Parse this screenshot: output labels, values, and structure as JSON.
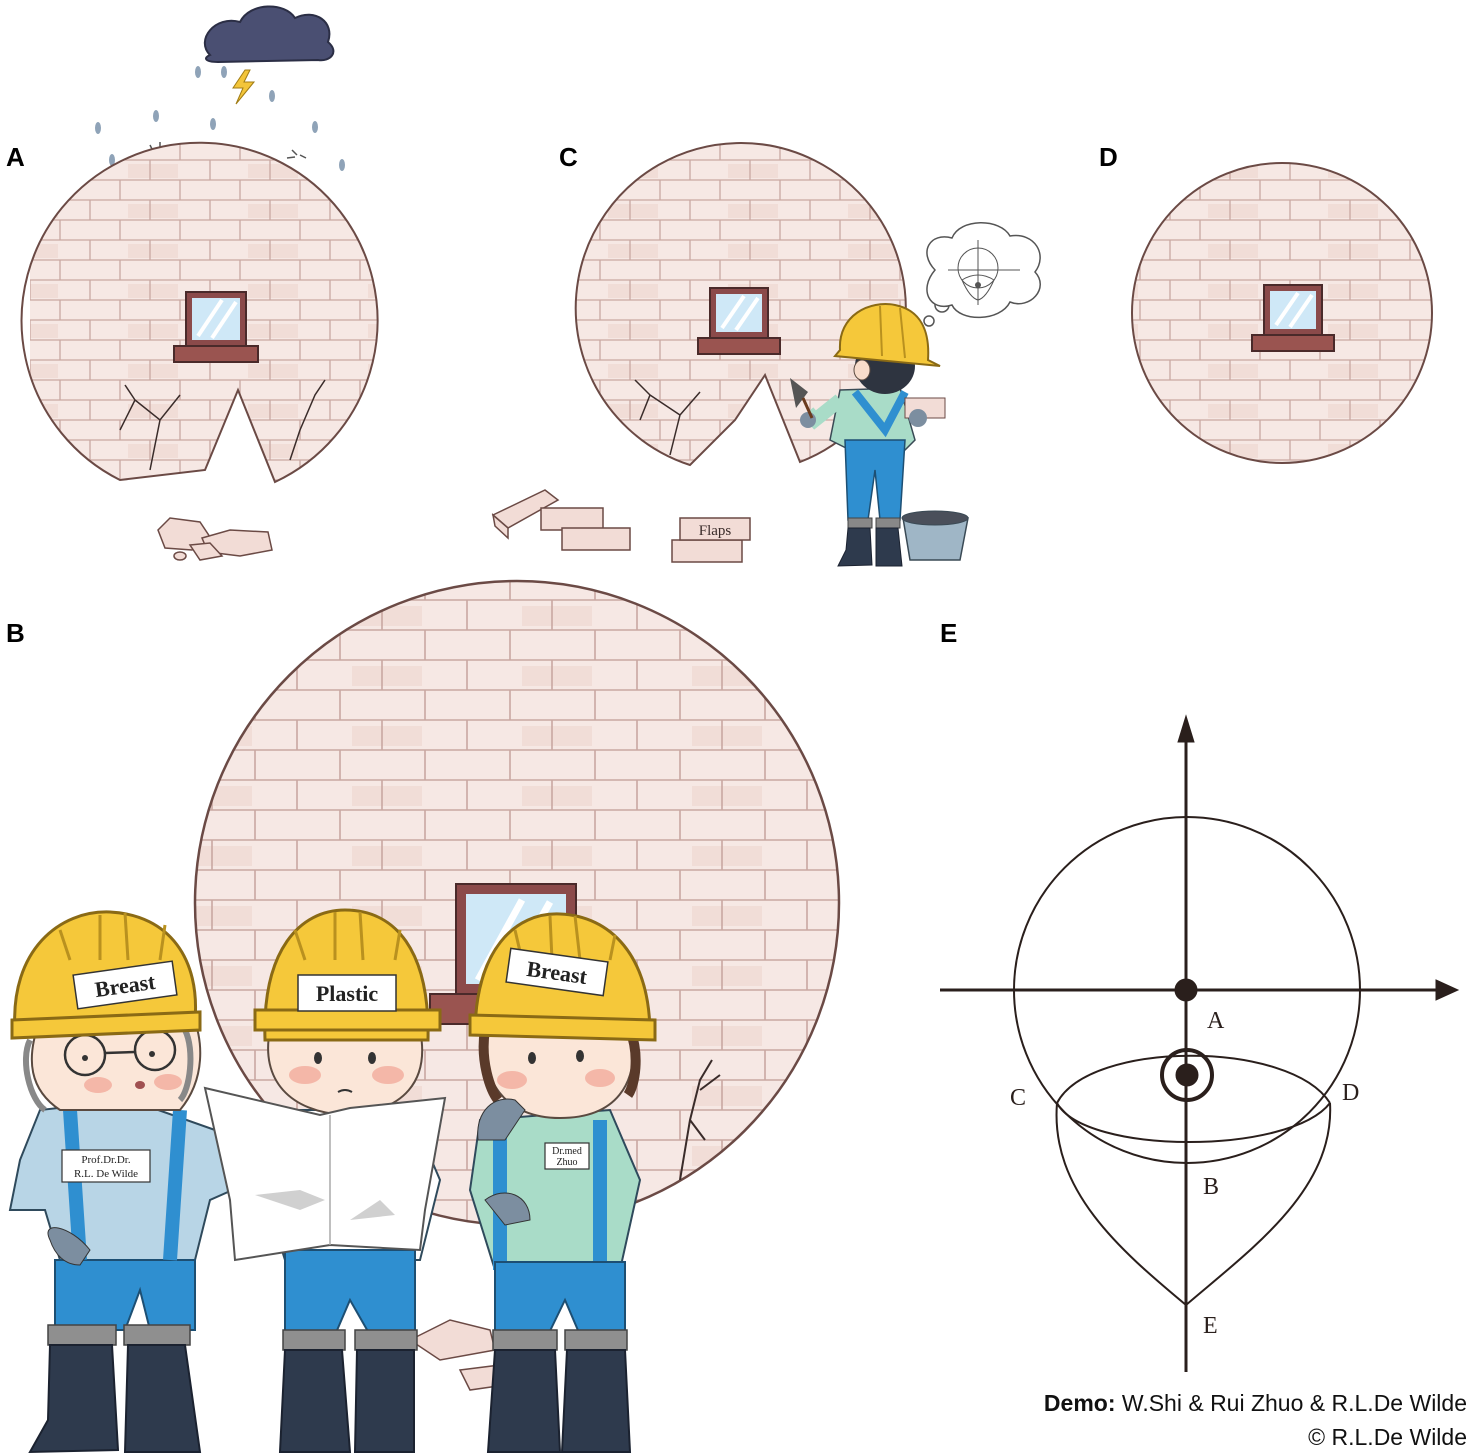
{
  "panels": {
    "a": {
      "label": "A"
    },
    "b": {
      "label": "B"
    },
    "c": {
      "label": "C",
      "brick_label": "Flaps"
    },
    "d": {
      "label": "D"
    },
    "e": {
      "label": "E",
      "points": {
        "A": "A",
        "B": "B",
        "C": "C",
        "D": "D",
        "E": "E"
      }
    }
  },
  "workers": {
    "left": {
      "helmet": "Breast",
      "badge_line1": "Prof.Dr.Dr.",
      "badge_line2": "R.L. De Wilde"
    },
    "middle": {
      "helmet": "Plastic"
    },
    "right": {
      "helmet": "Breast",
      "badge_line1": "Dr.med",
      "badge_line2": "Zhuo"
    }
  },
  "credits": {
    "demo_label": "Demo:",
    "demo_names": " W.Shi & Rui Zhuo & R.L.De Wilde",
    "copyright": "© R.L.De Wilde"
  },
  "colors": {
    "wall": "#f4e4e0",
    "mortar_line": "#c8a9a3",
    "outline": "#6b4a45",
    "helmet": "#f5c83a",
    "overalls": "#2f8fd0",
    "window_frame": "#8b4a4a"
  }
}
